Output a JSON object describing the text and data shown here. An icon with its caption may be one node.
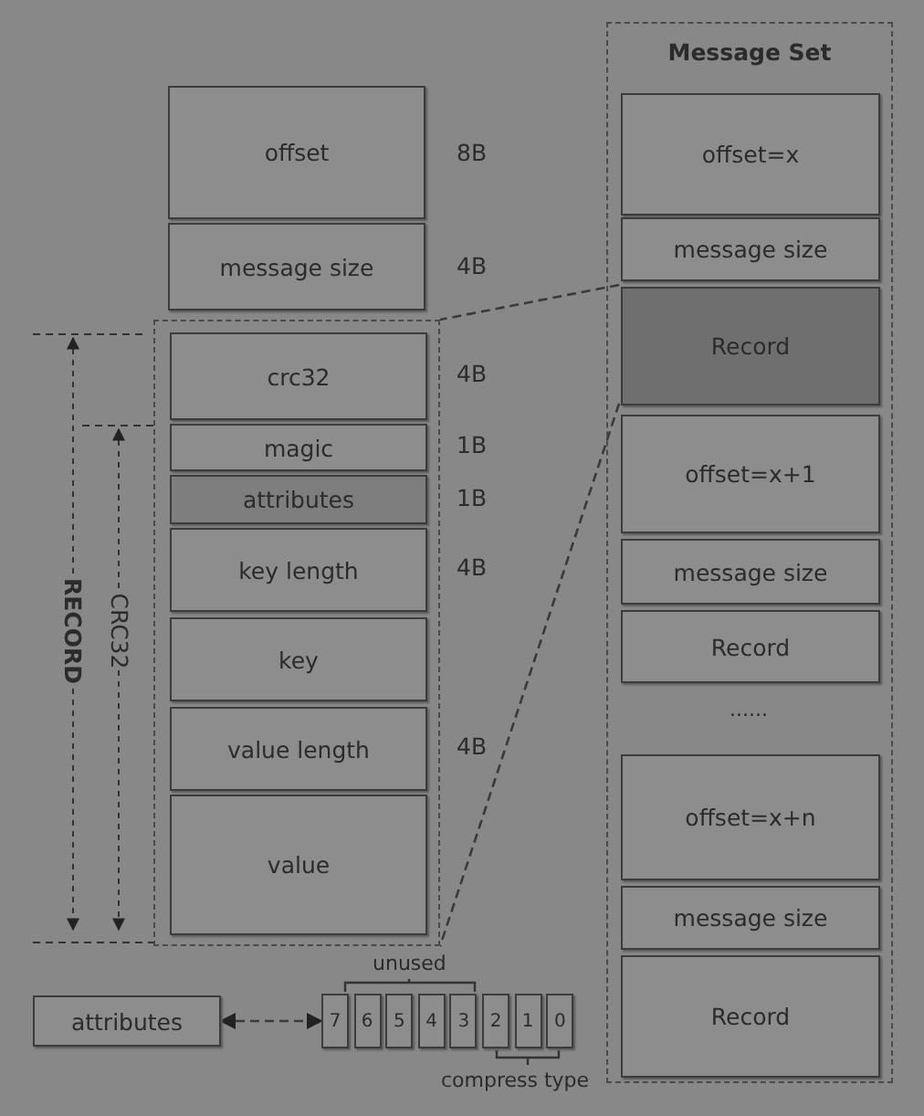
{
  "diagram": {
    "nodes": [
      {
        "text": [
          "offset"
        ],
        "beside": [
          "8B"
        ]
      },
      {
        "text": [
          "message size"
        ],
        "beside": [
          "4B"
        ]
      },
      {
        "text": [],
        "shape": "box"
      },
      {
        "text": [
          "crc32"
        ],
        "in": 2,
        "beside": [
          "4B"
        ]
      },
      {
        "text": [
          "magic"
        ],
        "in": 2,
        "beside": [
          "1B"
        ]
      },
      {
        "text": [
          "attributes"
        ],
        "in": 2,
        "beside": [
          "1B"
        ]
      },
      {
        "text": [
          "key length"
        ],
        "in": 2,
        "beside": [
          "4B"
        ]
      },
      {
        "text": [
          "key"
        ],
        "in": 2
      },
      {
        "text": [
          "value length"
        ],
        "in": 2,
        "beside": [
          "4B"
        ]
      },
      {
        "text": [
          "value"
        ],
        "in": 2
      },
      {
        "text": [
          "Message Set"
        ]
      },
      {
        "text": [
          "offset=x"
        ],
        "in": 10
      },
      {
        "text": [
          "message size"
        ],
        "in": 10
      },
      {
        "text": [
          "Record"
        ],
        "in": 10
      },
      {
        "text": [
          "offset=x+1"
        ],
        "in": 10
      },
      {
        "text": [
          "message size"
        ],
        "in": 10
      },
      {
        "text": [
          "Record"
        ],
        "in": 10
      },
      {
        "text": [
          "offset=x+n"
        ],
        "in": 10
      },
      {
        "text": [
          "message size"
        ],
        "in": 10
      },
      {
        "text": [
          "Record"
        ],
        "in": 10
      },
      {
        "text": [
          "attributes"
        ]
      },
      {
        "text": [
          "7"
        ]
      },
      {
        "text": [
          "6"
        ]
      },
      {
        "text": [
          "5"
        ]
      },
      {
        "text": [
          "4"
        ]
      },
      {
        "text": [
          "3"
        ]
      },
      {
        "text": [
          "2"
        ]
      },
      {
        "text": [
          "1"
        ]
      },
      {
        "text": [
          "0"
        ]
      }
    ],
    "edges": [
      {
        "from": 13,
        "to": 2,
        "arrow": "none",
        "style": "dashed"
      },
      {
        "from": 13,
        "to": 2,
        "arrow": "none",
        "style": "dashed"
      },
      {
        "from": 20,
        "to": 21,
        "arrow": "both",
        "style": "dashed"
      }
    ],
    "labels": [
      "RECORD",
      "CRC32",
      "......",
      "unused",
      "compress type"
    ]
  }
}
